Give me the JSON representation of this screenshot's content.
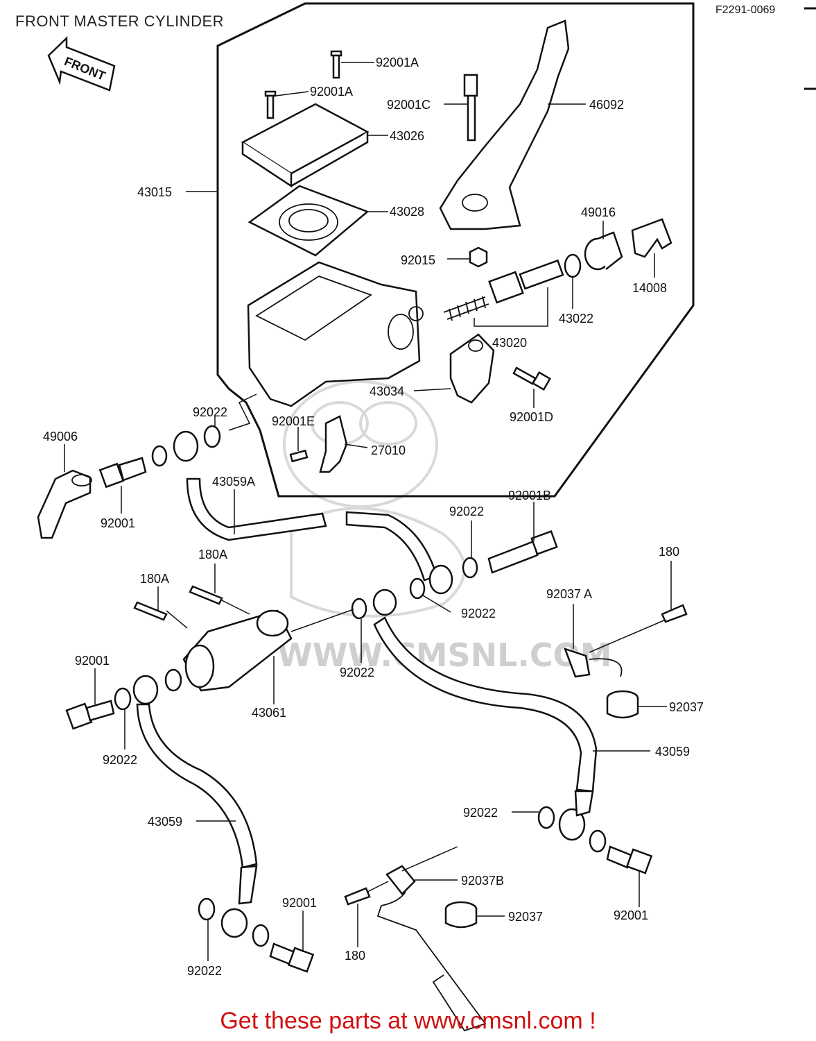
{
  "title": "FRONT MASTER CYLINDER",
  "diagram_code": "F2291-0069",
  "front_arrow_label": "FRONT",
  "watermark": "WWW.CMSNL.COM",
  "footer": "Get these parts at www.cmsnl.com !",
  "labels": [
    {
      "id": "l1",
      "text": "92001A"
    },
    {
      "id": "l2",
      "text": "92001A"
    },
    {
      "id": "l3",
      "text": "92001C"
    },
    {
      "id": "l4",
      "text": "46092"
    },
    {
      "id": "l5",
      "text": "43026"
    },
    {
      "id": "l6",
      "text": "43015"
    },
    {
      "id": "l7",
      "text": "43028"
    },
    {
      "id": "l8",
      "text": "49016"
    },
    {
      "id": "l9",
      "text": "92015"
    },
    {
      "id": "l10",
      "text": "14008"
    },
    {
      "id": "l11",
      "text": "43022"
    },
    {
      "id": "l12",
      "text": "43020"
    },
    {
      "id": "l13",
      "text": "43034"
    },
    {
      "id": "l14",
      "text": "92001D"
    },
    {
      "id": "l15",
      "text": "92022"
    },
    {
      "id": "l16",
      "text": "92001E"
    },
    {
      "id": "l17",
      "text": "27010"
    },
    {
      "id": "l18",
      "text": "49006"
    },
    {
      "id": "l19",
      "text": "43059A"
    },
    {
      "id": "l20",
      "text": "92001"
    },
    {
      "id": "l21",
      "text": "92001B"
    },
    {
      "id": "l22",
      "text": "92022"
    },
    {
      "id": "l23",
      "text": "180A"
    },
    {
      "id": "l24",
      "text": "180A"
    },
    {
      "id": "l25",
      "text": "180"
    },
    {
      "id": "l26",
      "text": "92022"
    },
    {
      "id": "l27",
      "text": "92037 A"
    },
    {
      "id": "l28",
      "text": "92001"
    },
    {
      "id": "l29",
      "text": "92022"
    },
    {
      "id": "l30",
      "text": "43061"
    },
    {
      "id": "l31",
      "text": "92037"
    },
    {
      "id": "l32",
      "text": "92022"
    },
    {
      "id": "l33",
      "text": "43059"
    },
    {
      "id": "l34",
      "text": "43059"
    },
    {
      "id": "l35",
      "text": "92022"
    },
    {
      "id": "l36",
      "text": "92037B"
    },
    {
      "id": "l37",
      "text": "92001"
    },
    {
      "id": "l38",
      "text": "92037"
    },
    {
      "id": "l39",
      "text": "92001"
    },
    {
      "id": "l40",
      "text": "92022"
    },
    {
      "id": "l41",
      "text": "180"
    }
  ]
}
